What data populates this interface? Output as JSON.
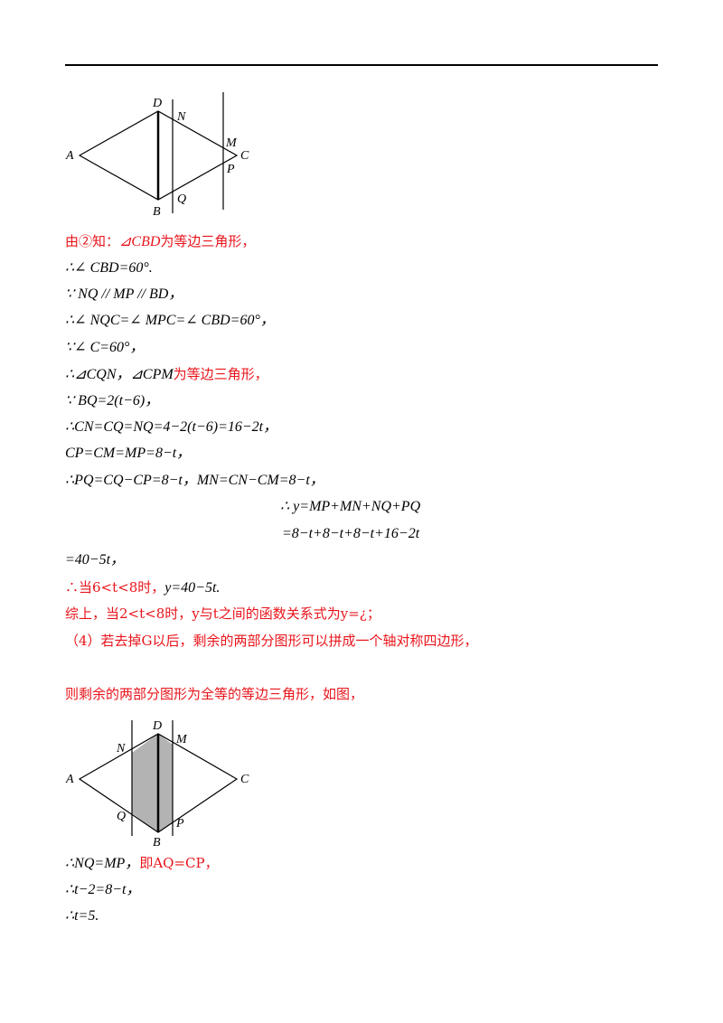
{
  "fig1": {
    "labels": {
      "A": "A",
      "B": "B",
      "C": "C",
      "D": "D",
      "N": "N",
      "M": "M",
      "P": "P",
      "Q": "Q"
    }
  },
  "fig2": {
    "labels": {
      "A": "A",
      "B": "B",
      "C": "C",
      "D": "D",
      "N": "N",
      "M": "M",
      "P": "P",
      "Q": "Q"
    },
    "shade_color": "#b3b3b3"
  },
  "lines": [
    {
      "pre": "由②知：",
      "math": "⊿CBD",
      "post": "为等边三角形，"
    },
    {
      "text": "∴∠ CBD=60°."
    },
    {
      "text": "∵ NQ // MP // BD，"
    },
    {
      "text": "∴∠ NQC=∠ MPC=∠ CBD=60°，"
    },
    {
      "text": "∵∠ C=60°，"
    },
    {
      "pre": "∴⊿CQN，⊿CPM",
      "post": "为等边三角形，"
    },
    {
      "text": "∵ BQ=2(t−6)，"
    },
    {
      "text": "∴CN=CQ=NQ=4−2(t−6)=16−2t，"
    },
    {
      "text": "CP=CM=MP=8−t，"
    },
    {
      "text": "∴PQ=CQ−CP=8−t，MN=CN−CM=8−t，"
    },
    {
      "text": "∴ y=MP+MN+NQ+PQ"
    },
    {
      "text": "=8−t+8−t+8−t+16−2t"
    },
    {
      "text": "=40−5t，"
    },
    {
      "pre": "∴当6<t<8时，",
      "post": "y=40−5t."
    },
    {
      "text": "综上，当2<t<8时，y与t之间的函数关系式为y=¿；"
    },
    {
      "text": "（4）若去掉G以后，剩余的两部分图形可以拼成一个轴对称四边形，"
    },
    {
      "text": "则剩余的两部分图形为全等的等边三角形，如图，"
    },
    {
      "pre": "∴NQ=MP，",
      "post": "即AQ=CP，"
    },
    {
      "text": "∴t−2=8−t，"
    },
    {
      "text": "∴t=5."
    }
  ]
}
